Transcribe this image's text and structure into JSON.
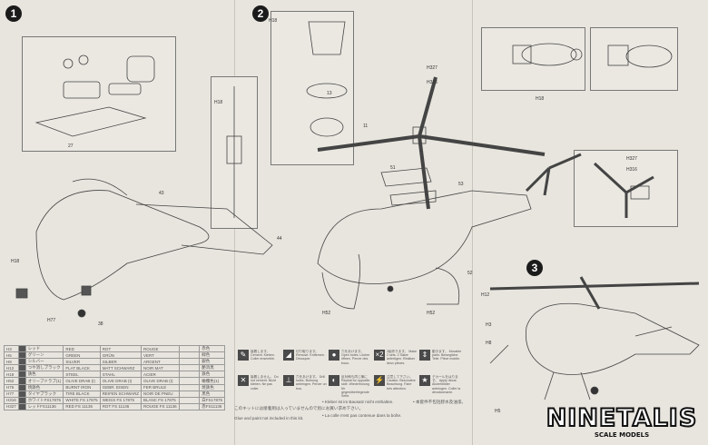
{
  "steps": [
    "1",
    "2",
    "3"
  ],
  "color_table": {
    "rows": [
      {
        "code": "H3",
        "jp": "レッド",
        "en": "RED",
        "de": "ROT",
        "fr": "ROUGE",
        "jp2": "赤色"
      },
      {
        "code": "H5",
        "jp": "グリーン",
        "en": "GREEN",
        "de": "GRÜN",
        "fr": "VERT",
        "jp2": "緑色"
      },
      {
        "code": "H8",
        "jp": "シルバー",
        "en": "SILVER",
        "de": "SILBER",
        "fr": "ARGENT",
        "jp2": "銀色"
      },
      {
        "code": "H12",
        "jp": "つや消しブラック",
        "en": "FLAT BLACK",
        "de": "MATT SCHWARZ",
        "fr": "NOIR MAT",
        "jp2": "艶消黒"
      },
      {
        "code": "H18",
        "jp": "鉄色",
        "en": "STEEL",
        "de": "STAHL",
        "fr": "ACIER",
        "jp2": "鉄色"
      },
      {
        "code": "H52",
        "jp": "オリーブドラブ(1)",
        "en": "OLIVE DRAB (I)",
        "de": "OLIVE DRAB (I)",
        "fr": "OLIVE DRAB (I)",
        "jp2": "橄欖色(1)"
      },
      {
        "code": "H76",
        "jp": "焼鉄色",
        "en": "BURNT IRON",
        "de": "GEBR. EISEN",
        "fr": "FER BRULE",
        "jp2": "焼鉄色"
      },
      {
        "code": "H77",
        "jp": "タイヤブラック",
        "en": "TIRE BLACK",
        "de": "REIFEN SCHWARZ",
        "fr": "NOIR DE PNEU",
        "jp2": "黒色"
      },
      {
        "code": "H316",
        "jp": "ホワイトFS17875",
        "en": "WHITE FS 17875",
        "de": "WEISS FS 17875",
        "fr": "BLANC FS 17875",
        "jp2": "白FS17875"
      },
      {
        "code": "H327",
        "jp": "レッドFS11136",
        "en": "RED FS 11136",
        "de": "ROT FS 11136",
        "fr": "ROUGE FS 11136",
        "jp2": "赤FS11136"
      }
    ]
  },
  "legend": [
    {
      "icon": "cement-icon",
      "glyph": "✎",
      "text": "接着します。 Cement. Kleben. Coller ensemble."
    },
    {
      "icon": "remove-icon",
      "glyph": "◢",
      "text": "切り取ります。 Remove. Entfernen. Découper."
    },
    {
      "icon": "open-holes-icon",
      "glyph": "●",
      "text": "穴をあけます。 Open holes. Löcher öffnen. Percer des trous."
    },
    {
      "icon": "make-2-sets-icon",
      "glyph": "×2",
      "text": "2組作ります。 Make 2 sets. 2 Sätze anfertigen. Réaliser deux pièces."
    },
    {
      "icon": "movable-parts-icon",
      "glyph": "⇕",
      "text": "動きます。 Movable parts. Bewegliche Teile. Pièce mobile."
    },
    {
      "icon": "do-not-cement-icon",
      "glyph": "✕",
      "text": "接着しません。 Do not cement. Nicht kleben. Ne pas coller."
    },
    {
      "icon": "drill-icon",
      "glyph": "⊥",
      "text": "穴をあけます。 Drill holes. Bohrung anbringen. Percer un trou."
    },
    {
      "icon": "opposite-side-icon",
      "glyph": "◐",
      "text": "反対側も同じ様に Repeat for opposite side. Wiederholung für gegenüberliegende Seite."
    },
    {
      "icon": "caution-icon",
      "glyph": "⚡",
      "text": "注意して下さい。 Caution. Besondere Beachtung. Faire très attention."
    },
    {
      "icon": "apply-decal-icon",
      "glyph": "★",
      "text": "デカールをはります。 Apply decal. Abziehbilder anbringen. Coller la décalcomanie."
    }
  ],
  "notes": {
    "jp": "このキットには接着剤は入っていませんので別にお買い求め下さい。",
    "en": "Glue and paint not included in this kit.",
    "de": "• Kleber ist im Bausatz nicht enthalten.",
    "fr": "• La colle n'est pas contenue dans la boîte.",
    "cn": "• 本套件不包括膠水及油漆。"
  },
  "labels": {
    "h18a": "H18",
    "h18b": "H18",
    "h18c": "H18",
    "h18d": "H18",
    "h327a": "H327",
    "h316a": "H316",
    "h327b": "H327",
    "h316b": "H316",
    "h52a": "H52",
    "h52b": "H52",
    "h77": "H77",
    "h12": "H12",
    "h3": "H3",
    "h8": "H8",
    "h5": "H5",
    "p51": "51",
    "p52": "52",
    "p53": "53",
    "p43": "43",
    "p44": "44",
    "p27": "27",
    "p38": "38",
    "p11": "11",
    "p13": "13"
  },
  "watermark": {
    "name": "NINETALIS",
    "tagline": "SCALE MODELS"
  },
  "colors": {
    "paper": "#e8e5de",
    "ink": "#333333"
  }
}
